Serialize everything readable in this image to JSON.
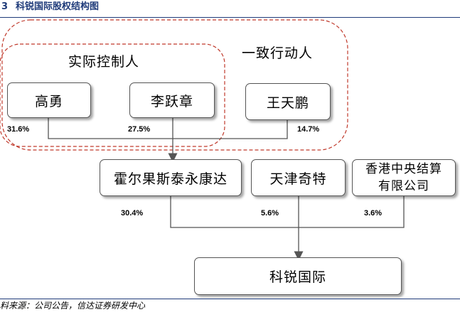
{
  "figure": {
    "number": "3",
    "title": "科锐国际股权结构图"
  },
  "groups": {
    "actual_controller": "实际控制人",
    "concert_party": "一致行动人"
  },
  "entities": {
    "gao_yong": "高勇",
    "li_yuezhang": "李跃章",
    "wang_tianpeng": "王天鹏",
    "huoerguo": "霍尔果斯泰永康达",
    "tianjin_qite": "天津奇特",
    "hk_clearing": "香港中央结算有限公司",
    "keirui": "科锐国际"
  },
  "shares": {
    "gao_yong": "31.6%",
    "li_yuezhang": "27.5%",
    "wang_tianpeng": "14.7%",
    "huoerguo": "30.4%",
    "tianjin_qite": "5.6%",
    "hk_clearing": "3.6%"
  },
  "colors": {
    "group_border": "#c0392b",
    "title": "#1f3b7a",
    "connector": "#555555"
  },
  "source": "料来源：公司公告，信达证券研发中心"
}
